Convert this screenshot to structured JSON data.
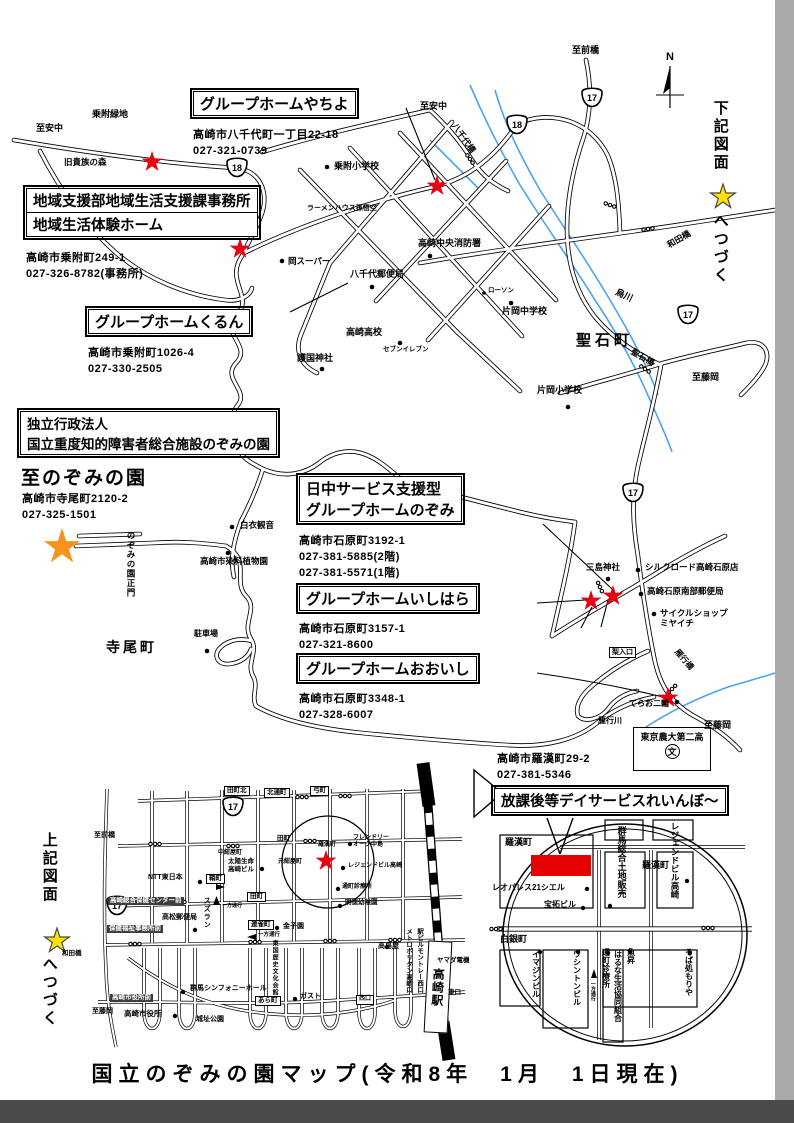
{
  "title": "国立のぞみの園マップ(令和8年　1月　1日現在)",
  "colors": {
    "star_red": "#e60012",
    "star_orange": "#f6921e",
    "star_yellow": "#ffe100",
    "highlight_red": "#e60000",
    "river_blue": "#4da3f0"
  },
  "routes": {
    "r17": "17",
    "r18": "18"
  },
  "compass": {
    "n": "N"
  },
  "continuation": {
    "bottom_note_1": "下記図面",
    "bottom_note_2": "へつづく",
    "top_note_1": "上記図面",
    "top_note_2": "へつづく"
  },
  "facilities": [
    {
      "name": "グループホームやちよ",
      "address": "高崎市八千代町一丁目22-18",
      "phone1": "027-321-0739"
    },
    {
      "name": "地域支援部地域生活支援課事務所",
      "name2": "地域生活体験ホーム",
      "address": "高崎市乗附町249-1",
      "phone1": "027-326-8782(事務所)"
    },
    {
      "name": "グループホームくるん",
      "address": "高崎市乗附町1026-4",
      "phone1": "027-330-2505"
    },
    {
      "name": "独立行政法人",
      "name2": "国立重度知的障害者総合施設のぞみの園",
      "direction": "至のぞみの園",
      "address": "高崎市寺尾町2120-2",
      "phone1": "027-325-1501"
    },
    {
      "name": "日中サービス支援型",
      "name2": "グループホームのぞみ",
      "address": "高崎市石原町3192-1",
      "phone1": "027-381-5885(2階)",
      "phone2": "027-381-5571(1階)"
    },
    {
      "name": "グループホームいしはら",
      "address": "高崎市石原町3157-1",
      "phone1": "027-321-8600"
    },
    {
      "name": "グループホームおおいし",
      "address": "高崎市石原町3348-1",
      "phone1": "027-328-6007"
    },
    {
      "name": "放課後等デイサービスれいんぼ〜",
      "address": "高崎市羅漢町29-2",
      "phone1": "027-381-5346"
    }
  ],
  "labels": {
    "mt_annaka_w": "至安中",
    "mt_ryokuchi": "乗附緑地",
    "mt_kizoku": "旧貴族の森",
    "mt_norizuke_sho": "乗附小学校",
    "mt_annaka_n": "至安中",
    "mt_maebashi": "至前橋",
    "mt_ramen": "ラーメンハウス孫悟空",
    "mt_oka_super": "岡スーパー",
    "mt_yachiyo_post": "八千代郵便局",
    "mt_shobo": "高崎中央消防署",
    "mt_lawson": "ローソン",
    "mt_kataoka_chu": "片岡中学校",
    "mt_takasaki_koko": "高崎高校",
    "mt_seven": "セブンイレブン",
    "mt_gokoku": "護国神社",
    "mt_hijiriishi_cho": "聖石町",
    "mt_kataoka_sho": "片岡小学校",
    "mt_karasugawa": "烏川",
    "mt_wadabashi": "和田橋",
    "mt_yachiyobashi": "八千代橋",
    "mt_hijiriishibashi": "聖石橋",
    "mt_fujioka_e": "至藤岡",
    "mt_fujioka_se": "至藤岡",
    "mt_byakue": "白衣観音",
    "mt_senryo": "高崎市染料植物園",
    "mt_seimon": "のぞみの園正門",
    "mt_chusha": "駐車場",
    "mt_terao": "寺尾町",
    "mt_mishima": "三島神社",
    "mt_silkroad": "シルクロード高崎石原店",
    "mt_nanbu_post": "高崎石原南部郵便局",
    "mt_cycle": "サイクルショップ\n ミヤイチ",
    "mt_nashi": "梨入口",
    "mt_teraonirin": "てらお二輪",
    "mt_gankogawa": "雁行川",
    "mt_gankobashi": "雁行橋",
    "mt_nodai": "東京農大第二高",
    "mt_school_mark": "文",
    "bl_maebashi": "至前橋",
    "bl_tamachi_kita": "田町北",
    "bl_kitadori": "北通町",
    "bl_yumicho": "弓町",
    "bl_tamachi": "田町",
    "bl_rakancho": "羅漢町",
    "bl_nakakonya": "中紺屋町",
    "bl_motokonya": "元紺屋町",
    "bl_ntt": "NTT東日本",
    "bl_sayacho": "鞘町",
    "bl_taiyo": "太陽生命\n高崎ビル",
    "bl_friendly": "フレンドリー\nオーク中島",
    "bl_legend": "レジェンドビル高崎",
    "bl_clinic": "通町診療所",
    "bl_meitoku": "明徳幼稚園",
    "bl_hoken_center": "高崎総合保健センター前",
    "bl_suzuran": "スズラン",
    "bl_oneway1": "一方通行",
    "bl_tamachi_box": "田町",
    "bl_takamatsu_post": "高松郵便局",
    "bl_fukushi": "保健福祉事務所前",
    "bl_renjaku": "連雀町",
    "bl_kaneko": "金子園",
    "bl_oneway2": "一方通行",
    "bl_rekishi": "東国歴史文化会館",
    "bl_takashimaya": "高島屋",
    "bl_symphony": "群馬シンフォニーホール",
    "bl_shiyakusho_mae": "高崎市役所前",
    "bl_shiyakusho": "高崎市役所",
    "bl_joshi": "城址公園",
    "bl_aramachi": "あら町",
    "bl_gusto": "ガスト",
    "bl_fujioka": "至藤岡",
    "bl_wadabashi": "和田橋",
    "bl_nishiguchi": "西口",
    "bl_metro": "メトロポリタン高崎口",
    "bl_monterey": "駅ビルモントレー西口",
    "bl_station": "高崎駅",
    "bl_higashiguchi": "東口",
    "bl_yamada": "ヤマダ電機",
    "dc_rakancho_w": "羅漢町",
    "dc_rakancho_e": "羅漢町",
    "dc_leopalace": "レオパレス21シエル",
    "dc_hotaku": "宝拓ビル",
    "dc_gunmasogo": "群馬総合土地販売",
    "dc_legend": "レジェンドビル高崎",
    "dc_shirogane": "白銀町",
    "dc_imagine": "イマジンビル",
    "dc_washington": "ワシントンビル",
    "dc_oneway": "一方通行",
    "dc_clinic": "通町診療所",
    "dc_haruna": "はるな生活協同組合",
    "dc_uosho": "魚昇",
    "dc_soba": "そば処もりや"
  }
}
